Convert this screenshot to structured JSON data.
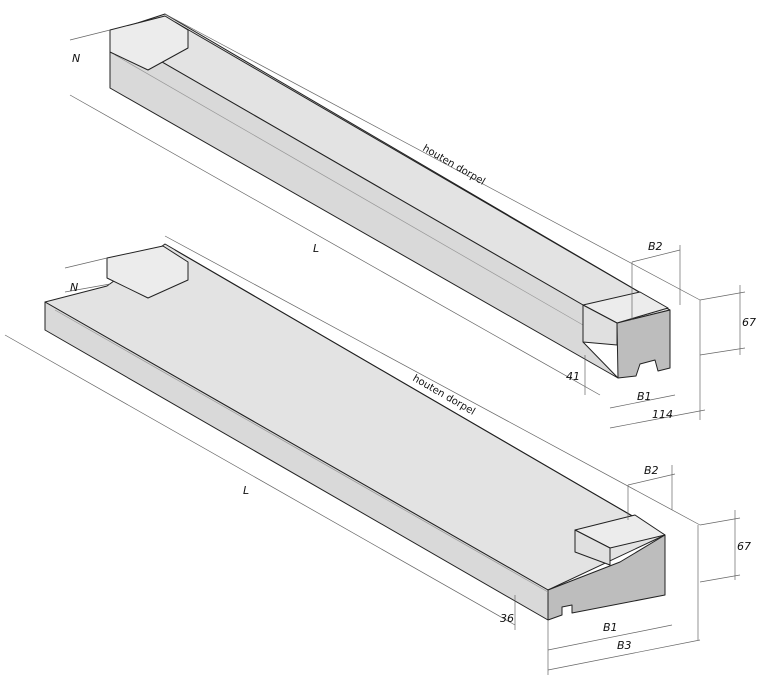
{
  "colors": {
    "top_face": "#e3e3e3",
    "side_face": "#d6d6d6",
    "section": "#bdbdbd",
    "block": "#ececec",
    "line": "#222222"
  },
  "top_sill": {
    "name_label": "houten dorpel",
    "dims": {
      "n": "N",
      "l": "L",
      "b2": "B2",
      "height": "67",
      "offset": "41",
      "b1": "B1",
      "width": "114"
    }
  },
  "bottom_sill": {
    "name_label": "houten dorpel",
    "dims": {
      "n": "N",
      "l": "L",
      "b2": "B2",
      "height": "67",
      "offset": "36",
      "b1": "B1",
      "b3": "B3"
    }
  }
}
